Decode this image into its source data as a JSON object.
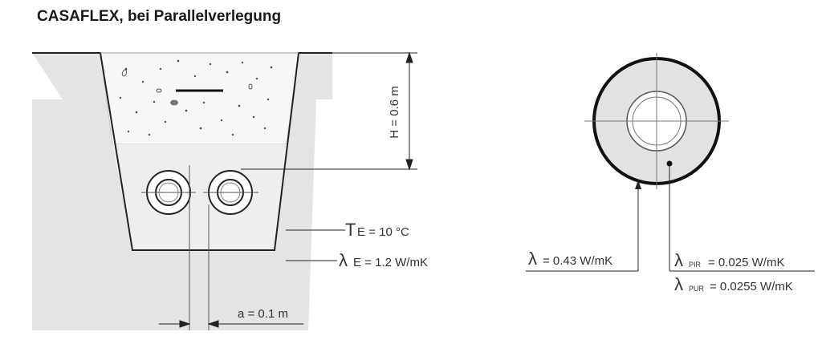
{
  "title": "CASAFLEX, bei Parallelverlegung",
  "trench": {
    "depth_label": "H = 0.6 m",
    "temperature_symbol": "T",
    "temperature_label": "E = 10 °C",
    "conductivity_symbol": "λ",
    "conductivity_label": "E = 1.2 W/mK",
    "spacing_label": "a = 0.1 m"
  },
  "pipe_section": {
    "outer_symbol": "λ",
    "outer_label": "= 0.43 W/mK",
    "pir_symbol": "λ",
    "pir_sub": "PIR",
    "pir_value": "= 0.025 W/mK",
    "pur_symbol": "λ",
    "pur_sub": "PUR",
    "pur_value": "= 0.0255 W/mK"
  },
  "colors": {
    "soil": "#e6e6e6",
    "sand": "#f0f0f0",
    "line": "#1a1a1a"
  }
}
